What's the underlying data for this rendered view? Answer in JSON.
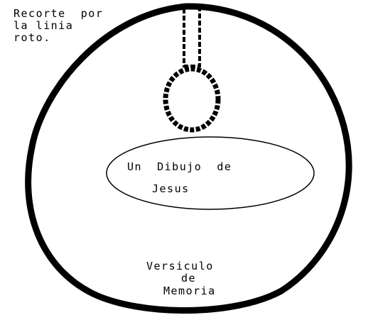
{
  "colors": {
    "ink": "#000000",
    "background": "#ffffff"
  },
  "cut_note": {
    "line1": "Recorte  por",
    "line2": "la linia",
    "line3": "roto."
  },
  "picture_label": {
    "line1": "Un  Dibujo  de",
    "line2": "Jesus"
  },
  "verse_label": {
    "line1": "Versiculo",
    "line2": "de",
    "line3": "Memoria"
  }
}
